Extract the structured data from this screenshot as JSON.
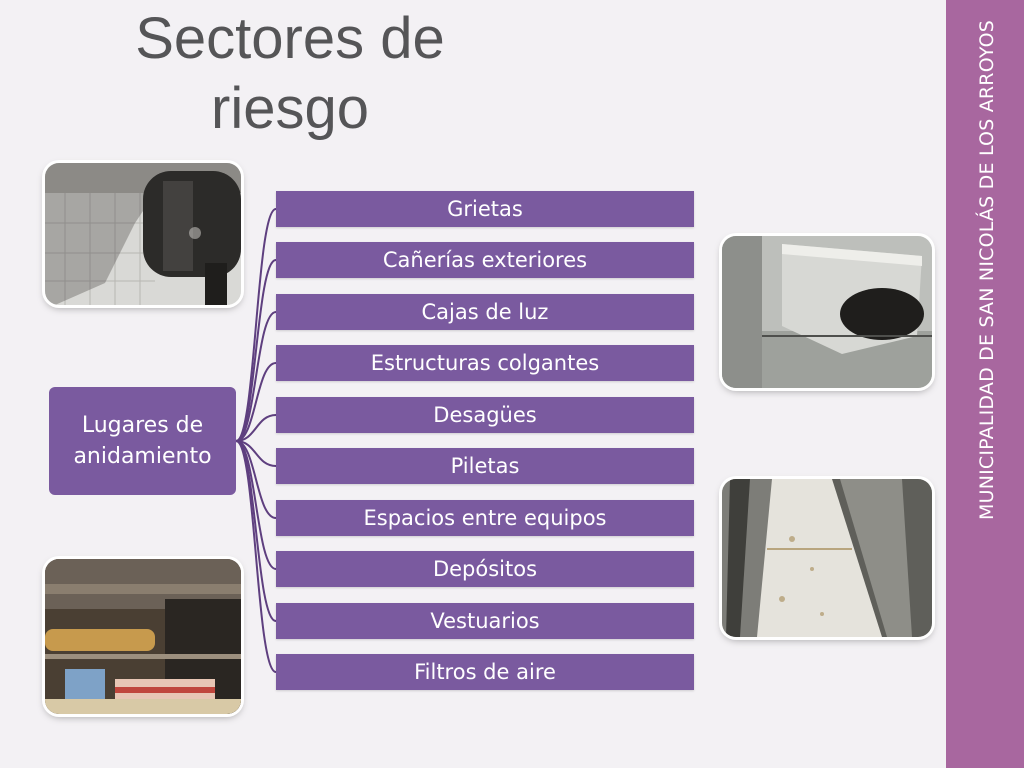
{
  "slide": {
    "title_line1": "Sectores de",
    "title_line2": "riesgo",
    "side_text": "MUNICIPALIDAD DE SAN NICOLÁS DE LOS ARROYOS"
  },
  "diagram": {
    "root": "Lugares de anidamiento",
    "items": [
      "Grietas",
      "Cañerías exteriores",
      "Cajas de luz",
      "Estructuras colgantes",
      "Desagües",
      "Piletas",
      "Espacios entre equipos",
      "Depósitos",
      "Vestuarios",
      "Filtros de aire"
    ]
  },
  "colors": {
    "node": "#7a5a9f",
    "band": "#a8679f",
    "title": "#555557",
    "background": "#f3f1f4"
  }
}
